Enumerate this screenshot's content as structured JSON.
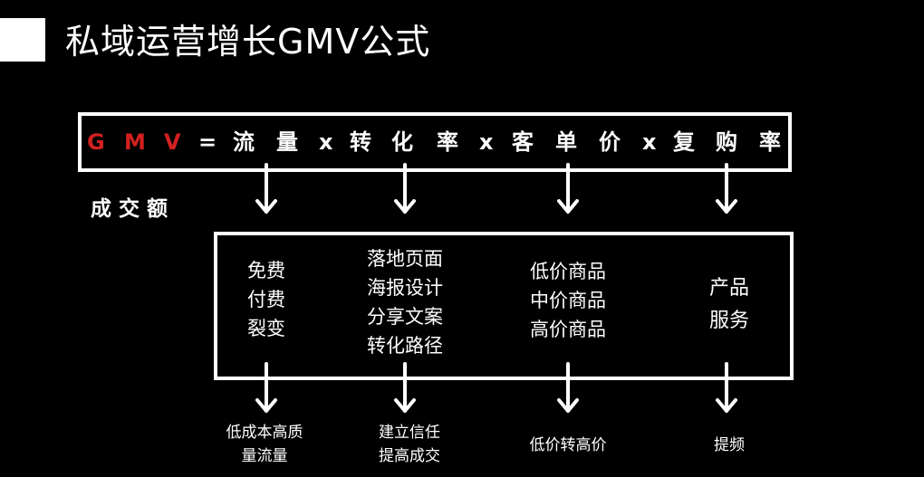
{
  "title": "私域运营增长GMV公式",
  "formula": {
    "g": "G",
    "m": "M",
    "v": "V",
    "eq": "=",
    "t1": "流",
    "t2": "量",
    "x1": "x",
    "t3": "转",
    "t4": "化",
    "t5": "率",
    "x2": "x",
    "t6": "客",
    "t7": "单",
    "t8": "价",
    "x3": "x",
    "t9": "复",
    "t10": "购",
    "t11": "率"
  },
  "gmv_label": "成交额",
  "columns": [
    {
      "items": [
        "免费",
        "付费",
        "裂变"
      ],
      "bottom": [
        "低成本高质",
        "量流量"
      ]
    },
    {
      "items": [
        "落地页面",
        "海报设计",
        "分享文案",
        "转化路径"
      ],
      "bottom": [
        "建立信任",
        "提高成交"
      ]
    },
    {
      "items": [
        "低价商品",
        "中价商品",
        "高价商品"
      ],
      "bottom": [
        "低价转高价"
      ]
    },
    {
      "items": [
        "产品",
        "服务"
      ],
      "bottom": [
        "提频"
      ]
    }
  ],
  "colors": {
    "background": "#000000",
    "text": "#ffffff",
    "accent": "#d32020"
  }
}
